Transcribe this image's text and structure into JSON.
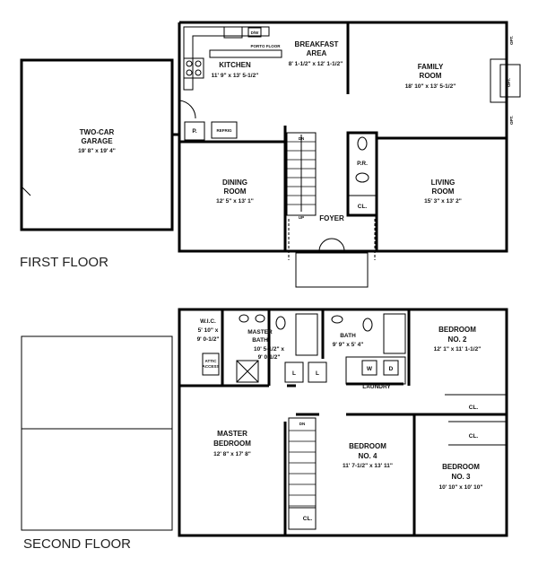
{
  "floors": {
    "first": "FIRST FLOOR",
    "second": "SECOND FLOOR"
  },
  "first_floor": {
    "kitchen": {
      "name": "KITCHEN",
      "dims": "11' 9\" x 13' 5-1/2\""
    },
    "breakfast": {
      "name1": "BREAKFAST",
      "name2": "AREA",
      "dims": "8' 1-1/2\" x 12' 1-1/2\""
    },
    "family": {
      "name1": "FAMILY",
      "name2": "ROOM",
      "dims": "18' 10\" x 13' 5-1/2\""
    },
    "garage": {
      "name1": "TWO-CAR",
      "name2": "GARAGE",
      "dims": "19' 8\" x 19' 4\""
    },
    "dining": {
      "name1": "DINING",
      "name2": "ROOM",
      "dims": "12' 5\" x 13' 1\""
    },
    "living": {
      "name1": "LIVING",
      "name2": "ROOM",
      "dims": "15' 3\" x 13' 2\""
    },
    "foyer": "FOYER",
    "pr": "P.R.",
    "closet": "CL.",
    "pantry": "P.",
    "refrig": "REFRIG",
    "dw": "D/W",
    "peninsula": "PORTO FLOOR",
    "stair_dn": "DN",
    "stair_up": "UP",
    "opt1": "OPT.",
    "opt2": "OPT.",
    "opt_fp": "OPT."
  },
  "second_floor": {
    "wic": {
      "name": "W.I.C.",
      "dims1": "5' 10\" x",
      "dims2": "9' 0-1/2\""
    },
    "attic": {
      "line1": "ATTIC",
      "line2": "ACCESS"
    },
    "master_bath": {
      "name1": "MASTER",
      "name2": "BATH",
      "dims1": "10' 5-1/2\" x",
      "dims2": "9' 0-1/2\""
    },
    "bath": {
      "name": "BATH",
      "dims": "9' 9\" x 5' 4\""
    },
    "bedroom2": {
      "name1": "BEDROOM",
      "name2": "NO. 2",
      "dims": "12' 1\" x 11' 1-1/2\""
    },
    "master_bed": {
      "name1": "MASTER",
      "name2": "BEDROOM",
      "dims": "12' 8\" x 17' 8\""
    },
    "bedroom4": {
      "name1": "BEDROOM",
      "name2": "NO. 4",
      "dims": "11' 7-1/2\" x 13' 11\""
    },
    "bedroom3": {
      "name1": "BEDROOM",
      "name2": "NO. 3",
      "dims": "10' 10\" x 10' 10\""
    },
    "laundry": "LAUNDRY",
    "w": "W",
    "d": "D",
    "linen1": "L",
    "linen2": "L",
    "cl_a": "CL.",
    "cl_b": "CL.",
    "cl_c": "CL.",
    "stair_dn": "DN"
  }
}
